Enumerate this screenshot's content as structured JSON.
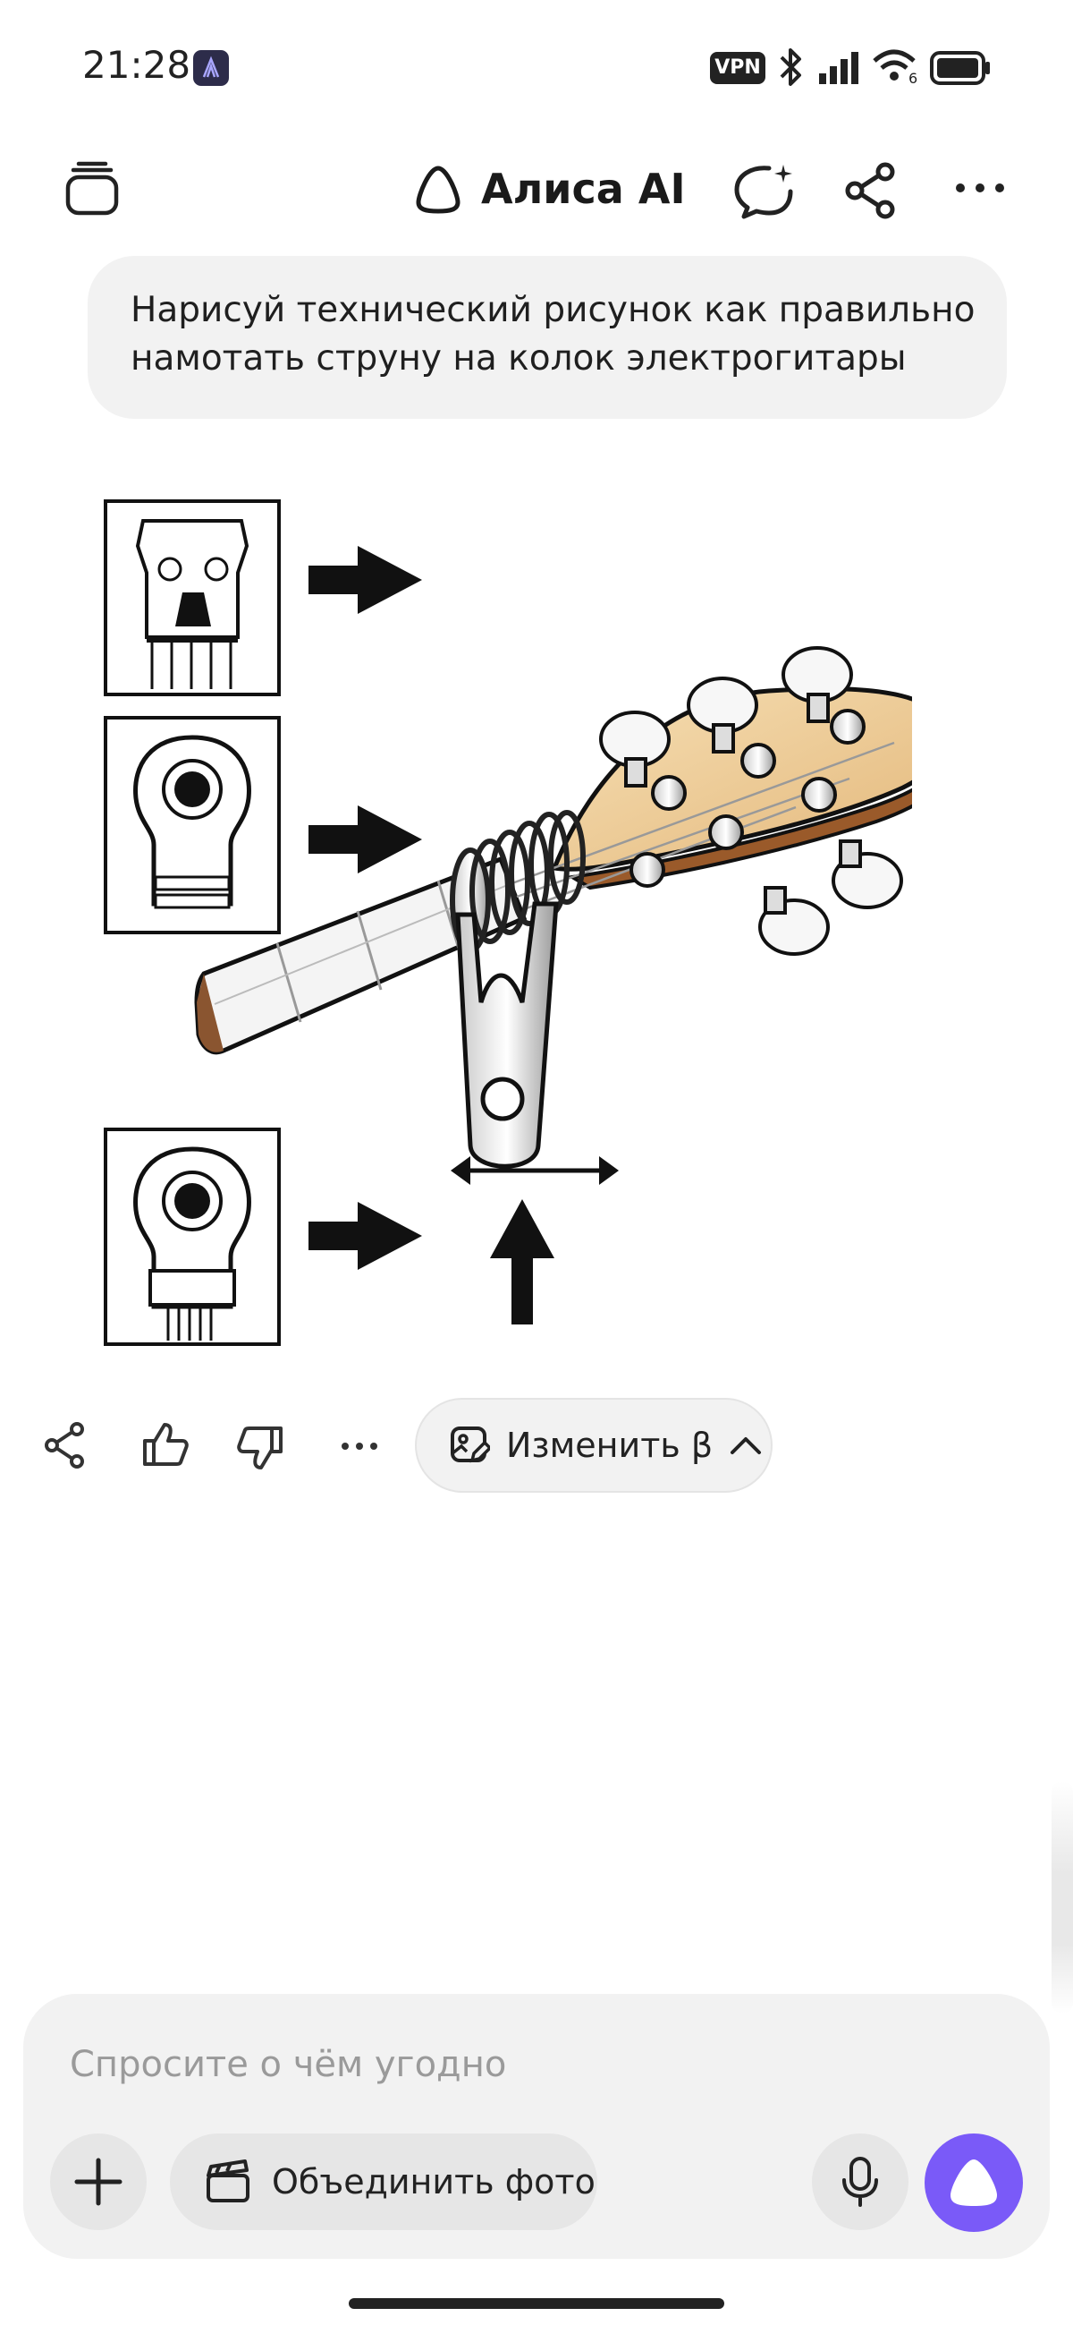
{
  "status_bar": {
    "time": "21:28",
    "vpn_label": "VPN",
    "network_badge": "6"
  },
  "header": {
    "title": "Алиса AI"
  },
  "chat": {
    "user_message": "Нарисуй технический рисунок как правильно намотать струну на колок электрогитары"
  },
  "actions": {
    "edit_label": "Изменить β"
  },
  "composer": {
    "placeholder": "Спросите о чём угодно",
    "merge_label": "Объединить фото"
  },
  "colors": {
    "accent": "#7a5af8",
    "bubble_bg": "#f2f2f2",
    "chip_bg": "#e6e6e6"
  }
}
